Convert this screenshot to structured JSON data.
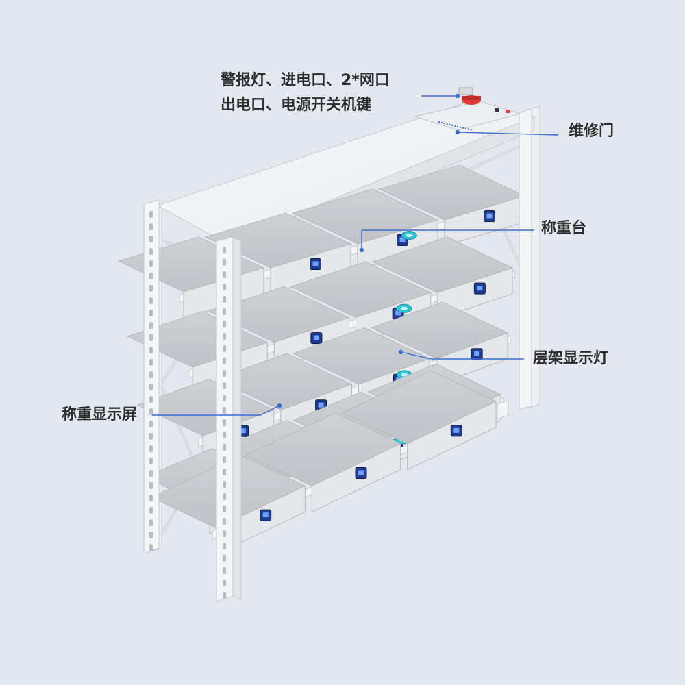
{
  "labels": {
    "alarm_line1": "警报灯、进电口、2*网口",
    "alarm_line2": "出电口、电源开关机键",
    "maintenance_door": "维修门",
    "weighing_platform": "称重台",
    "shelf_light": "层架显示灯",
    "weight_display": "称重显示屏"
  },
  "colors": {
    "background": "#e3e7ef",
    "frame": "#f4f5f7",
    "tray": "#d2d4d8",
    "tray_front": "#e6e7ea",
    "screen": "#1f3b8c",
    "shelf_light": "#2ec4d6",
    "alarm": "#e23b3b",
    "leader_line": "#3a6fd1"
  },
  "icons": [
    "alarm-light-icon",
    "weight-screen-icon",
    "shelf-light-icon"
  ]
}
